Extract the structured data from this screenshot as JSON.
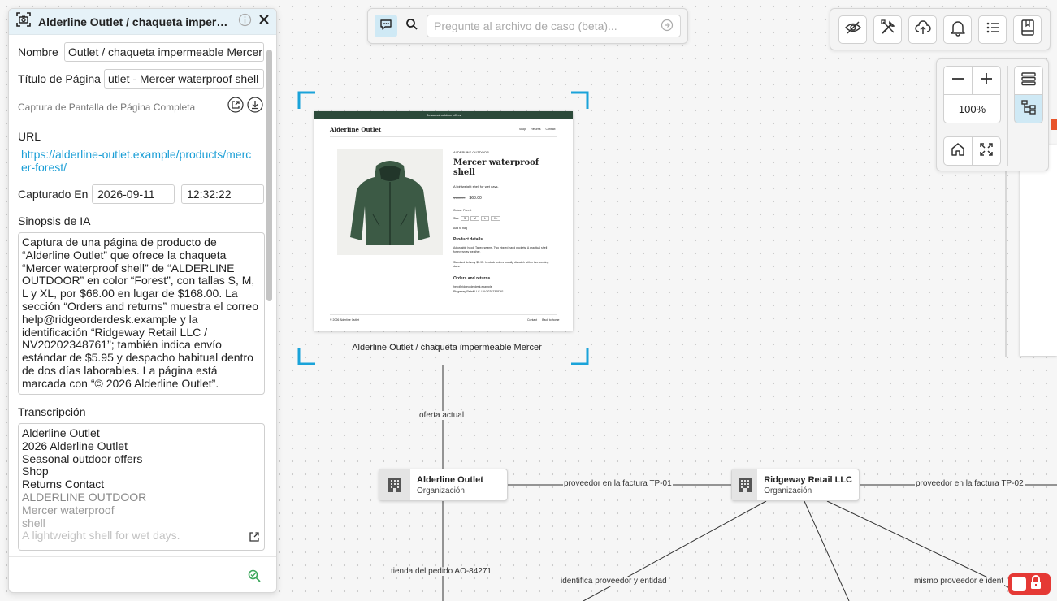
{
  "panel": {
    "title": "Alderline Outlet / chaqueta imperm...",
    "name_label": "Nombre",
    "name_value": "Outlet / chaqueta impermeable Mercer",
    "page_title_label": "Título de Página",
    "page_title_value": "utlet - Mercer waterproof shell",
    "fullpage_label": "Captura de Pantalla de Página Completa",
    "url_label": "URL",
    "url_value": "https://alderline-outlet.example/products/mercer-forest/",
    "captured_label": "Capturado En",
    "captured_date": "2026-09-11",
    "captured_time": "12:32:22",
    "synopsis_label": "Sinopsis de IA",
    "synopsis_text": "Captura de una página de producto de “Alderline Outlet” que ofrece la chaqueta “Mercer waterproof shell” de “ALDERLINE OUTDOOR” en color “Forest”, con tallas S, M, L y XL, por $68.00 en lugar de $168.00. La sección “Orders and returns” muestra el correo help@ridgeorderdesk.example y la identificación “Ridgeway Retail LLC / NV20202348761”; también indica envío estándar de $5.95 y despacho habitual dentro de dos días laborables. La página está marcada con “© 2026 Alderline Outlet”.",
    "transcription_label": "Transcripción",
    "transcription_lines": [
      "Alderline Outlet",
      "2026 Alderline Outlet",
      "Seasonal outdoor offers",
      "Shop",
      "Returns Contact",
      "ALDERLINE OUTDOOR",
      "Mercer waterproof",
      "shell",
      "A lightweight shell for wet days."
    ]
  },
  "search": {
    "placeholder": "Pregunte al archivo de caso (beta)..."
  },
  "zoom": {
    "level": "100%"
  },
  "canvas": {
    "screenshot_caption": "Alderline Outlet / chaqueta impermeable Mercer",
    "screenshot": {
      "banner": "Seasonal outdoor offers",
      "logo": "Alderline Outlet",
      "nav": [
        "Shop",
        "Returns",
        "Contact"
      ],
      "brand": "ALDERLINE OUTDOOR",
      "product_title": "Mercer waterproof shell",
      "tagline": "A lightweight shell for wet days.",
      "old_price": "$168.00",
      "price": "$68.00",
      "colour": "Colour: Forest",
      "size_label": "Size",
      "sizes": [
        "S",
        "M",
        "L",
        "XL"
      ],
      "add_to_bag": "Add to bag",
      "details_heading": "Product details",
      "details_text": "Adjustable hood. Taped seams. Two zipped hand pockets. A practical shell for everyday weather.",
      "shipping_text": "Standard delivery $5.95. In-stock orders usually dispatch within two working days.",
      "orders_heading": "Orders and returns",
      "orders_email": "help@ridgeorderdesk.example",
      "orders_id": "Ridgeway Retail LLC / NV20202348761",
      "footer_left": "© 2026 Alderline Outlet",
      "footer_links": [
        "Contact",
        "Back to home"
      ]
    },
    "nodes": [
      {
        "title": "Alderline Outlet",
        "subtitle": "Organización"
      },
      {
        "title": "Ridgeway Retail LLC",
        "subtitle": "Organización"
      }
    ],
    "edges": {
      "offer": "oferta actual",
      "invoice_1": "proveedor en la factura TP-01",
      "invoice_2": "proveedor en la factura TP-02",
      "order_store": "tienda del pedido AO-84271",
      "identifies": "identifica proveedor y entidad",
      "same_supplier": "mismo proveedor e ident"
    }
  },
  "colors": {
    "accent": "#1aa3d9",
    "header_bg": "#e6f2f8",
    "link": "#1a9ed6",
    "lock": "#e53935"
  }
}
